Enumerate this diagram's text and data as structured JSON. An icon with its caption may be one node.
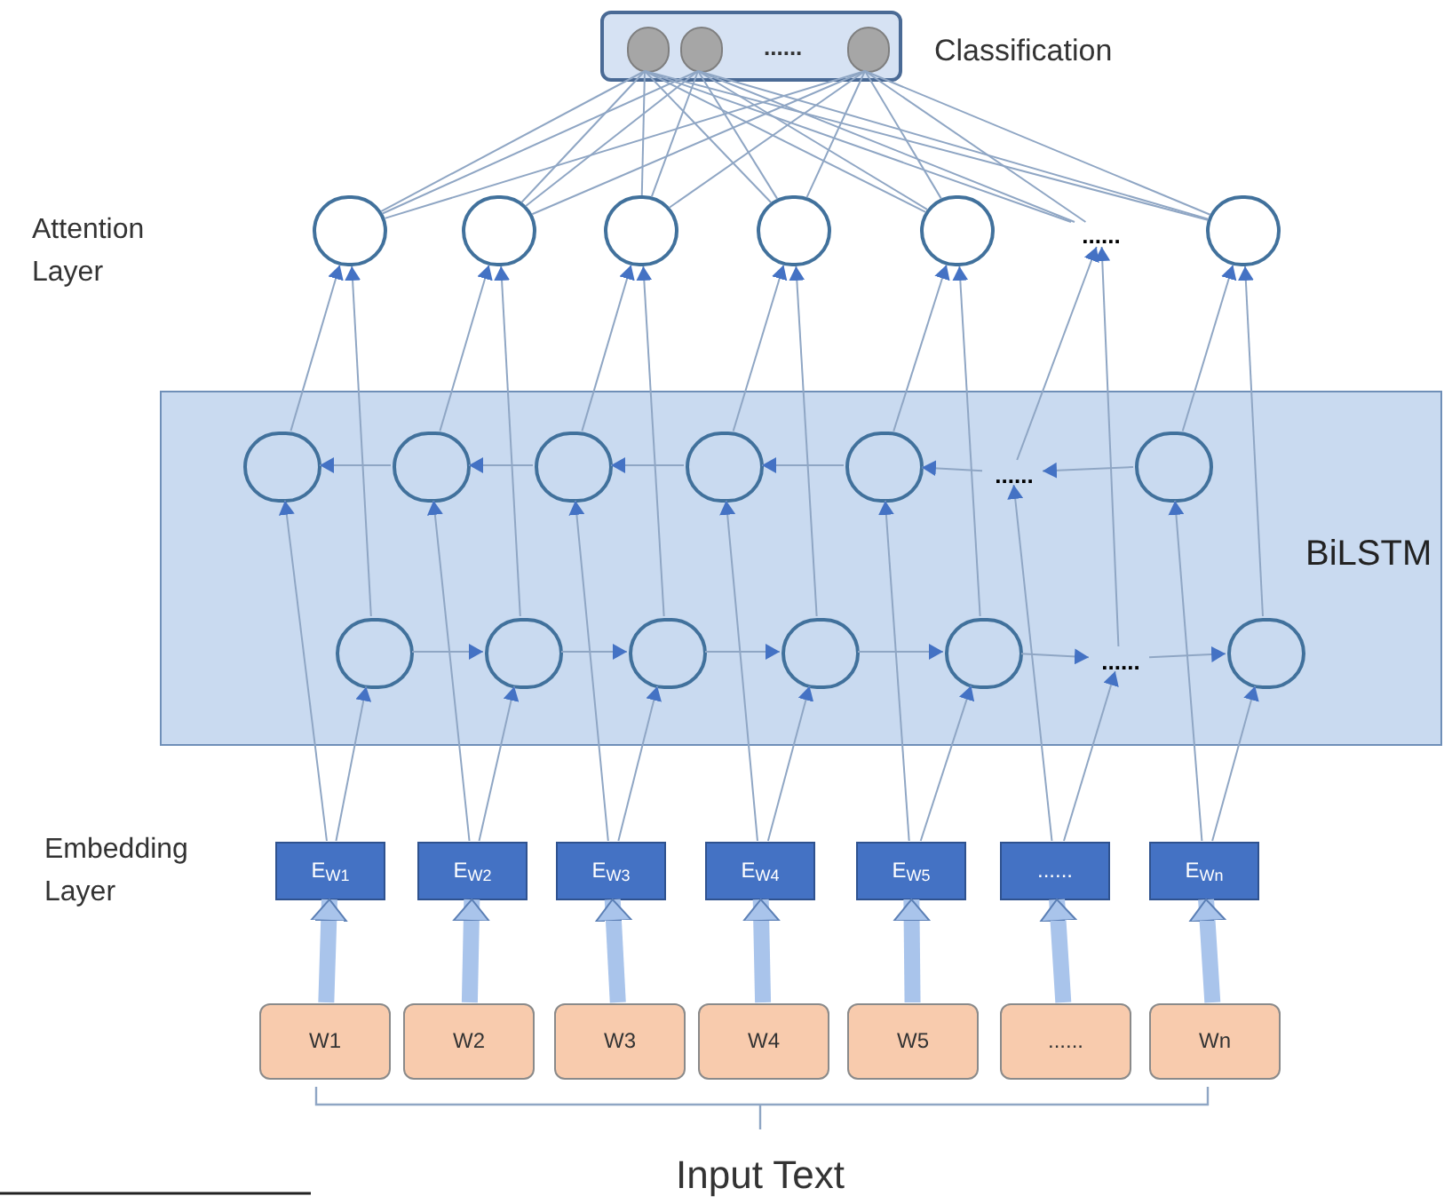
{
  "diagram": {
    "nodes": [
      {
        "text": [
          "......"
        ],
        "beside": [
          "Classification"
        ]
      },
      {
        "text": [],
        "shape": "circle",
        "in": 0
      },
      {
        "text": [],
        "shape": "circle",
        "in": 0
      },
      {
        "text": [],
        "shape": "circle",
        "in": 0
      },
      {
        "text": [],
        "shape": "circle"
      },
      {
        "text": [],
        "shape": "circle"
      },
      {
        "text": [],
        "shape": "circle"
      },
      {
        "text": [],
        "shape": "circle"
      },
      {
        "text": [],
        "shape": "circle"
      },
      {
        "text": [
          "......"
        ]
      },
      {
        "text": [],
        "shape": "circle"
      },
      {
        "text": [
          "BiLSTM"
        ]
      },
      {
        "text": [],
        "shape": "circle",
        "in": 11
      },
      {
        "text": [],
        "shape": "circle",
        "in": 11
      },
      {
        "text": [],
        "shape": "circle",
        "in": 11
      },
      {
        "text": [],
        "shape": "circle",
        "in": 11
      },
      {
        "text": [],
        "shape": "circle",
        "in": 11
      },
      {
        "text": [
          "......"
        ],
        "in": 11
      },
      {
        "text": [],
        "shape": "circle",
        "in": 11
      },
      {
        "text": [],
        "shape": "circle",
        "in": 11
      },
      {
        "text": [],
        "shape": "circle",
        "in": 11
      },
      {
        "text": [],
        "shape": "circle",
        "in": 11
      },
      {
        "text": [],
        "shape": "circle",
        "in": 11
      },
      {
        "text": [],
        "shape": "circle",
        "in": 11
      },
      {
        "text": [
          "......"
        ],
        "in": 11
      },
      {
        "text": [],
        "shape": "circle",
        "in": 11
      },
      {
        "text": [
          "E$_{W1}$"
        ]
      },
      {
        "text": [
          "E$_{W2}$"
        ]
      },
      {
        "text": [
          "E$_{W3}$"
        ]
      },
      {
        "text": [
          "E$_{W4}$"
        ]
      },
      {
        "text": [
          "E$_{W5}$"
        ]
      },
      {
        "text": [
          "......"
        ]
      },
      {
        "text": [
          "E$_{Wn}$"
        ]
      },
      {
        "text": [
          "W1"
        ]
      },
      {
        "text": [
          "W2"
        ]
      },
      {
        "text": [
          "W3"
        ]
      },
      {
        "text": [
          "W4"
        ]
      },
      {
        "text": [
          "W5"
        ]
      },
      {
        "text": [
          "......"
        ]
      },
      {
        "text": [
          "Wn"
        ]
      }
    ],
    "edges": [
      {
        "from": 33,
        "to": 26,
        "arrow": "to",
        "style": "thick",
        "color": "#a9c4eb"
      },
      {
        "from": 34,
        "to": 27,
        "arrow": "to",
        "style": "thick",
        "color": "#a9c4eb"
      },
      {
        "from": 35,
        "to": 28,
        "arrow": "to",
        "style": "thick",
        "color": "#a9c4eb"
      },
      {
        "from": 36,
        "to": 29,
        "arrow": "to",
        "style": "thick",
        "color": "#a9c4eb"
      },
      {
        "from": 37,
        "to": 30,
        "arrow": "to",
        "style": "thick",
        "color": "#a9c4eb"
      },
      {
        "from": 38,
        "to": 31,
        "arrow": "to",
        "style": "thick",
        "color": "#a9c4eb"
      },
      {
        "from": 39,
        "to": 32,
        "arrow": "to",
        "style": "thick",
        "color": "#a9c4eb"
      },
      {
        "from": 26,
        "to": 19,
        "arrow": "to"
      },
      {
        "from": 27,
        "to": 20,
        "arrow": "to"
      },
      {
        "from": 28,
        "to": 21,
        "arrow": "to"
      },
      {
        "from": 29,
        "to": 22,
        "arrow": "to"
      },
      {
        "from": 30,
        "to": 23,
        "arrow": "to"
      },
      {
        "from": 31,
        "to": 24,
        "arrow": "to"
      },
      {
        "from": 32,
        "to": 25,
        "arrow": "to"
      },
      {
        "from": 26,
        "to": 12,
        "arrow": "to"
      },
      {
        "from": 27,
        "to": 13,
        "arrow": "to"
      },
      {
        "from": 28,
        "to": 14,
        "arrow": "to"
      },
      {
        "from": 29,
        "to": 15,
        "arrow": "to"
      },
      {
        "from": 30,
        "to": 16,
        "arrow": "to"
      },
      {
        "from": 31,
        "to": 17,
        "arrow": "to"
      },
      {
        "from": 32,
        "to": 18,
        "arrow": "to"
      },
      {
        "from": 19,
        "to": 20,
        "arrow": "to"
      },
      {
        "from": 20,
        "to": 21,
        "arrow": "to"
      },
      {
        "from": 21,
        "to": 22,
        "arrow": "to"
      },
      {
        "from": 22,
        "to": 23,
        "arrow": "to"
      },
      {
        "from": 23,
        "to": 24,
        "arrow": "to"
      },
      {
        "from": 24,
        "to": 25,
        "arrow": "to"
      },
      {
        "from": 18,
        "to": 17,
        "arrow": "to"
      },
      {
        "from": 17,
        "to": 16,
        "arrow": "to"
      },
      {
        "from": 16,
        "to": 15,
        "arrow": "to"
      },
      {
        "from": 15,
        "to": 14,
        "arrow": "to"
      },
      {
        "from": 14,
        "to": 13,
        "arrow": "to"
      },
      {
        "from": 13,
        "to": 12,
        "arrow": "to"
      },
      {
        "from": 19,
        "to": 4,
        "arrow": "to"
      },
      {
        "from": 20,
        "to": 5,
        "arrow": "to"
      },
      {
        "from": 21,
        "to": 6,
        "arrow": "to"
      },
      {
        "from": 22,
        "to": 7,
        "arrow": "to"
      },
      {
        "from": 23,
        "to": 8,
        "arrow": "to"
      },
      {
        "from": 24,
        "to": 9,
        "arrow": "to"
      },
      {
        "from": 25,
        "to": 10,
        "arrow": "to"
      },
      {
        "from": 12,
        "to": 4,
        "arrow": "to"
      },
      {
        "from": 13,
        "to": 5,
        "arrow": "to"
      },
      {
        "from": 14,
        "to": 6,
        "arrow": "to"
      },
      {
        "from": 15,
        "to": 7,
        "arrow": "to"
      },
      {
        "from": 16,
        "to": 8,
        "arrow": "to"
      },
      {
        "from": 17,
        "to": 9,
        "arrow": "to"
      },
      {
        "from": 18,
        "to": 10,
        "arrow": "to"
      },
      {
        "from": 4,
        "to": 1,
        "arrow": "none"
      },
      {
        "from": 4,
        "to": 2,
        "arrow": "none"
      },
      {
        "from": 4,
        "to": 3,
        "arrow": "none"
      },
      {
        "from": 5,
        "to": 1,
        "arrow": "none"
      },
      {
        "from": 5,
        "to": 2,
        "arrow": "none"
      },
      {
        "from": 5,
        "to": 3,
        "arrow": "none"
      },
      {
        "from": 6,
        "to": 1,
        "arrow": "none"
      },
      {
        "from": 6,
        "to": 2,
        "arrow": "none"
      },
      {
        "from": 6,
        "to": 3,
        "arrow": "none"
      },
      {
        "from": 7,
        "to": 1,
        "arrow": "none"
      },
      {
        "from": 7,
        "to": 2,
        "arrow": "none"
      },
      {
        "from": 7,
        "to": 3,
        "arrow": "none"
      },
      {
        "from": 8,
        "to": 1,
        "arrow": "none"
      },
      {
        "from": 8,
        "to": 2,
        "arrow": "none"
      },
      {
        "from": 8,
        "to": 3,
        "arrow": "none"
      },
      {
        "from": 9,
        "to": 1,
        "arrow": "none"
      },
      {
        "from": 9,
        "to": 2,
        "arrow": "none"
      },
      {
        "from": 9,
        "to": 3,
        "arrow": "none"
      },
      {
        "from": 10,
        "to": 1,
        "arrow": "none"
      },
      {
        "from": 10,
        "to": 2,
        "arrow": "none"
      },
      {
        "from": 10,
        "to": 3,
        "arrow": "none"
      }
    ],
    "labels": [
      "Attention Layer",
      "Embedding Layer",
      "Input Text"
    ]
  }
}
